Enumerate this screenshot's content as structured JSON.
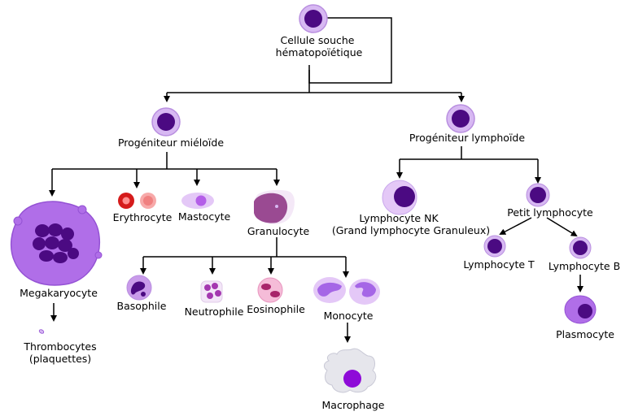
{
  "labels": {
    "stem": "Cellule souche",
    "stem2": "hématopoïétique",
    "myeloid": "Progéniteur miéloïde",
    "lymphoid": "Progéniteur lymphoïde",
    "megakaryocyte": "Megakaryocyte",
    "thrombocytes": "Thrombocytes",
    "thrombocytes2": "(plaquettes)",
    "erythrocyte": "Erythrocyte",
    "mastocyte": "Mastocyte",
    "granulocyte": "Granulocyte",
    "basophile": "Basophile",
    "neutrophile": "Neutrophile",
    "eosinophile": "Eosinophile",
    "monocyte": "Monocyte",
    "macrophage": "Macrophage",
    "nk": "Lymphocyte NK",
    "nk2": "(Grand lymphocyte Granuleux)",
    "small_lymph": "Petit lymphocyte",
    "lymph_t": "Lymphocyte T",
    "lymph_b": "Lymphocyte B",
    "plasmocyte": "Plasmocyte"
  },
  "colors": {
    "cell_outer": "#d7b8f2",
    "cell_border": "#b98fe0",
    "nucleus": "#4b0a82",
    "megakaryocyte": "#b06ee8",
    "erythrocyte": "#d51b1b",
    "granulocyte": "#9a4a92",
    "neutrophil_nucleus": "#a438b0",
    "eosinophil_nucleus": "#a8246a",
    "macrophage": "#e6e6ec",
    "line": "#000000"
  }
}
